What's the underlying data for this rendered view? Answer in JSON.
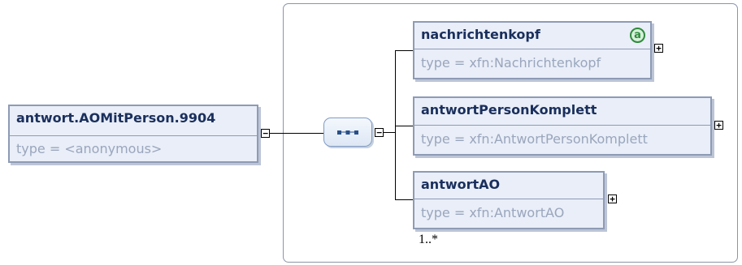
{
  "root_element": {
    "name": "antwort.AOMitPerson.9904",
    "type": "type = <anonymous>",
    "toggle": "−"
  },
  "sequence": {
    "icon": "sequence-icon",
    "toggle": "−"
  },
  "children": [
    {
      "name": "nachrichtenkopf",
      "type": "type = xfn:Nachrichtenkopf",
      "badge": "a",
      "toggle": "+"
    },
    {
      "name": "antwortPersonKomplett",
      "type": "type = xfn:AntwortPersonKomplett",
      "toggle": "+"
    },
    {
      "name": "antwortAO",
      "type": "type = xfn:AntwortAO",
      "toggle": "+",
      "cardinality": "1..*"
    }
  ],
  "colors": {
    "box_fill": "#e9eef8",
    "box_border": "#8e9bb5",
    "name_text": "#1a2f5c",
    "type_text": "#9aa6bd",
    "attribute_badge": "#2f8a3d"
  }
}
